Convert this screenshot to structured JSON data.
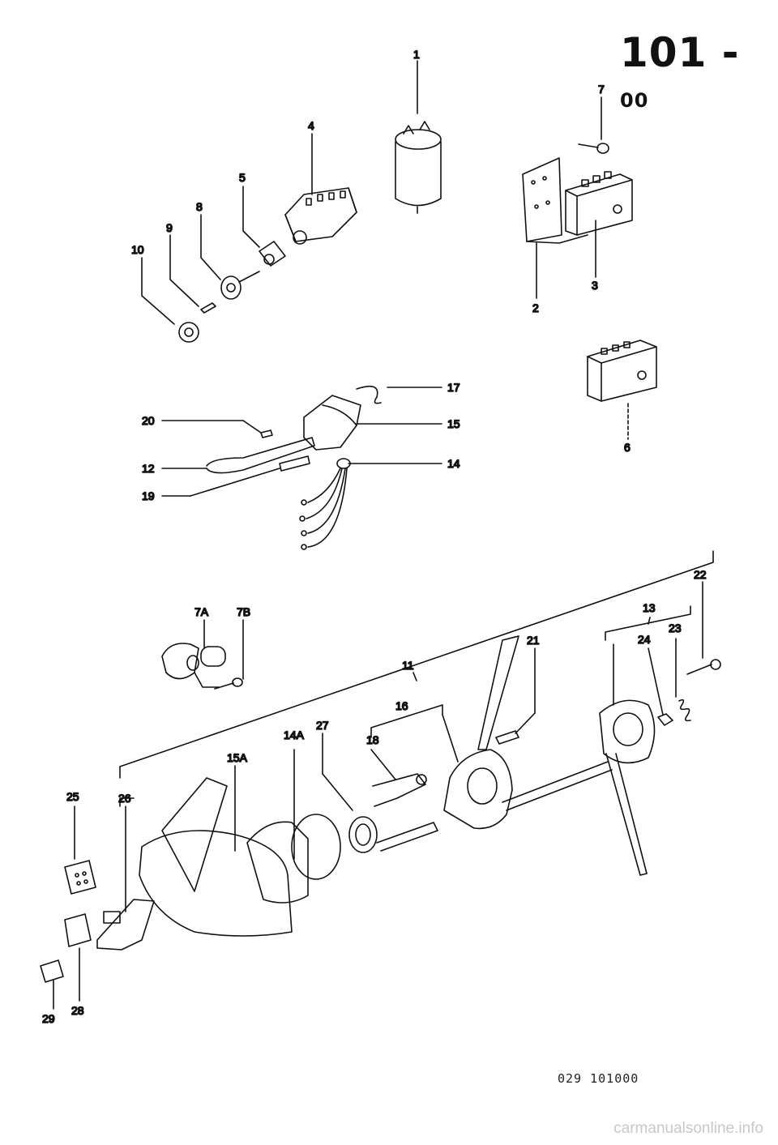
{
  "page": {
    "number": "101",
    "suffix": "00",
    "reference": "029 101000"
  },
  "parts": {
    "p1": "1",
    "p2": "2",
    "p3": "3",
    "p4": "4",
    "p5": "5",
    "p6": "6",
    "p7": "7",
    "p8": "8",
    "p9": "9",
    "p10": "10",
    "p11": "11",
    "p12": "12",
    "p13": "13",
    "p14": "14",
    "p14A": "14A",
    "p15": "15",
    "p15A": "15A",
    "p16": "16",
    "p17": "17",
    "p18": "18",
    "p19": "19",
    "p20": "20",
    "p21": "21",
    "p22": "22",
    "p23": "23",
    "p24": "24",
    "p25": "25",
    "p26": "26",
    "p27": "27",
    "p28": "28",
    "p29": "29",
    "p7A": "7A",
    "p7B": "7B"
  },
  "watermark": "carmanualsonline.info"
}
